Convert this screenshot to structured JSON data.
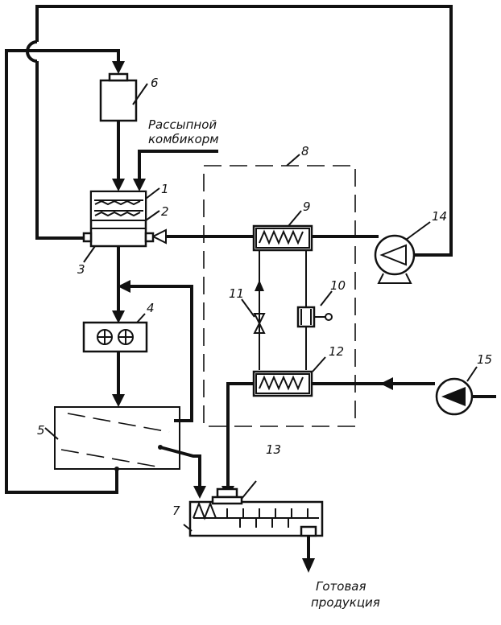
{
  "feed_label_line1": "Рассыпной",
  "feed_label_line2": "комбикорм",
  "product_label_line1": "Готовая",
  "product_label_line2": "продукция",
  "labels": {
    "n1": "1",
    "n2": "2",
    "n3": "3",
    "n4": "4",
    "n5": "5",
    "n6": "6",
    "n7": "7",
    "n8": "8",
    "n9": "9",
    "n10": "10",
    "n11": "11",
    "n12": "12",
    "n13": "13",
    "n14": "14",
    "n15": "15"
  }
}
